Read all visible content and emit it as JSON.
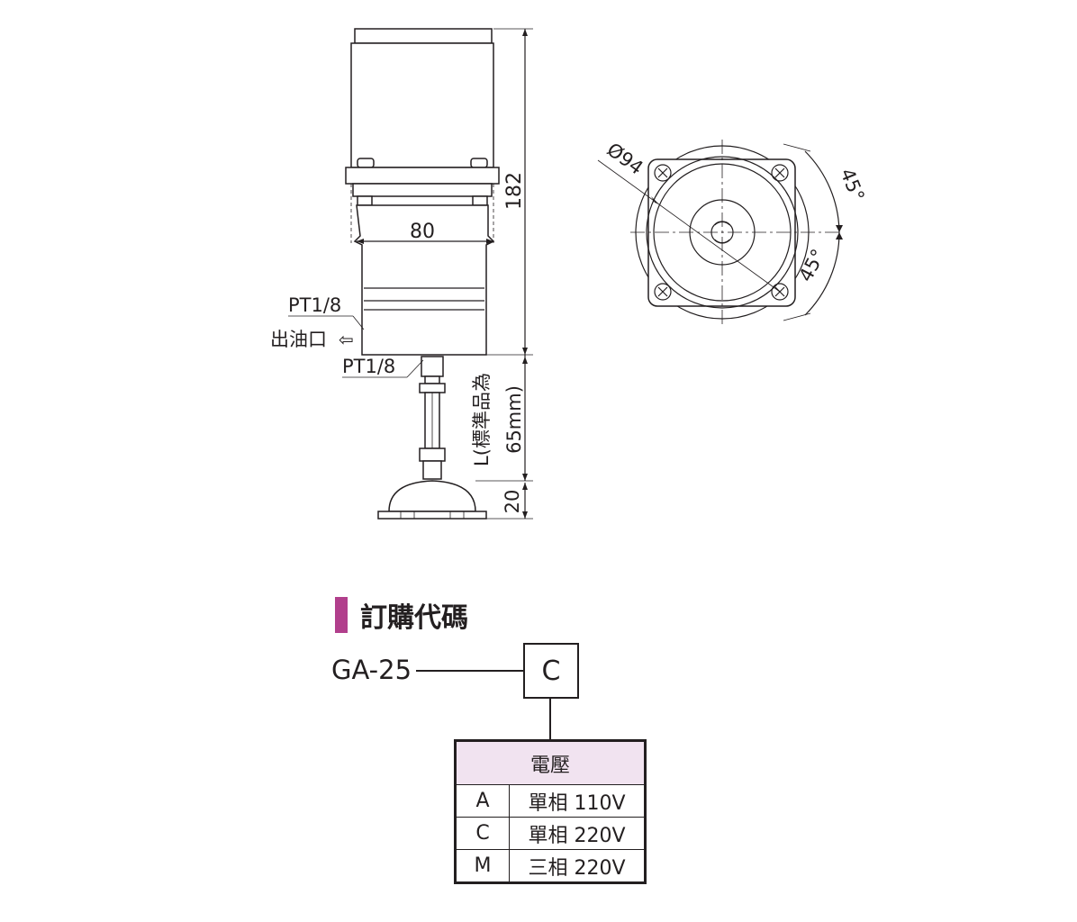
{
  "drawing": {
    "dimensions": {
      "height_182": "182",
      "width_80": "80",
      "port_pt18_upper": "PT1/8",
      "port_pt18_lower": "PT1/8",
      "outlet_label": "出油口",
      "outlet_arrow": "⇦",
      "length_label": "L(標準品為",
      "length_value": "65mm)",
      "base_20": "20",
      "diameter": "Ø94",
      "angle_upper": "45°",
      "angle_lower": "45°"
    }
  },
  "ordering": {
    "title": "訂購代碼",
    "model_prefix": "GA-25",
    "code_placeholder": "C",
    "table": {
      "header": "電壓",
      "rows": [
        {
          "code": "A",
          "value": "單相 110V"
        },
        {
          "code": "C",
          "value": "單相 220V"
        },
        {
          "code": "M",
          "value": "三相 220V"
        }
      ]
    }
  },
  "colors": {
    "accent": "#b13f8c",
    "table_header_bg": "#f1e3f0",
    "ink": "#231f20"
  }
}
